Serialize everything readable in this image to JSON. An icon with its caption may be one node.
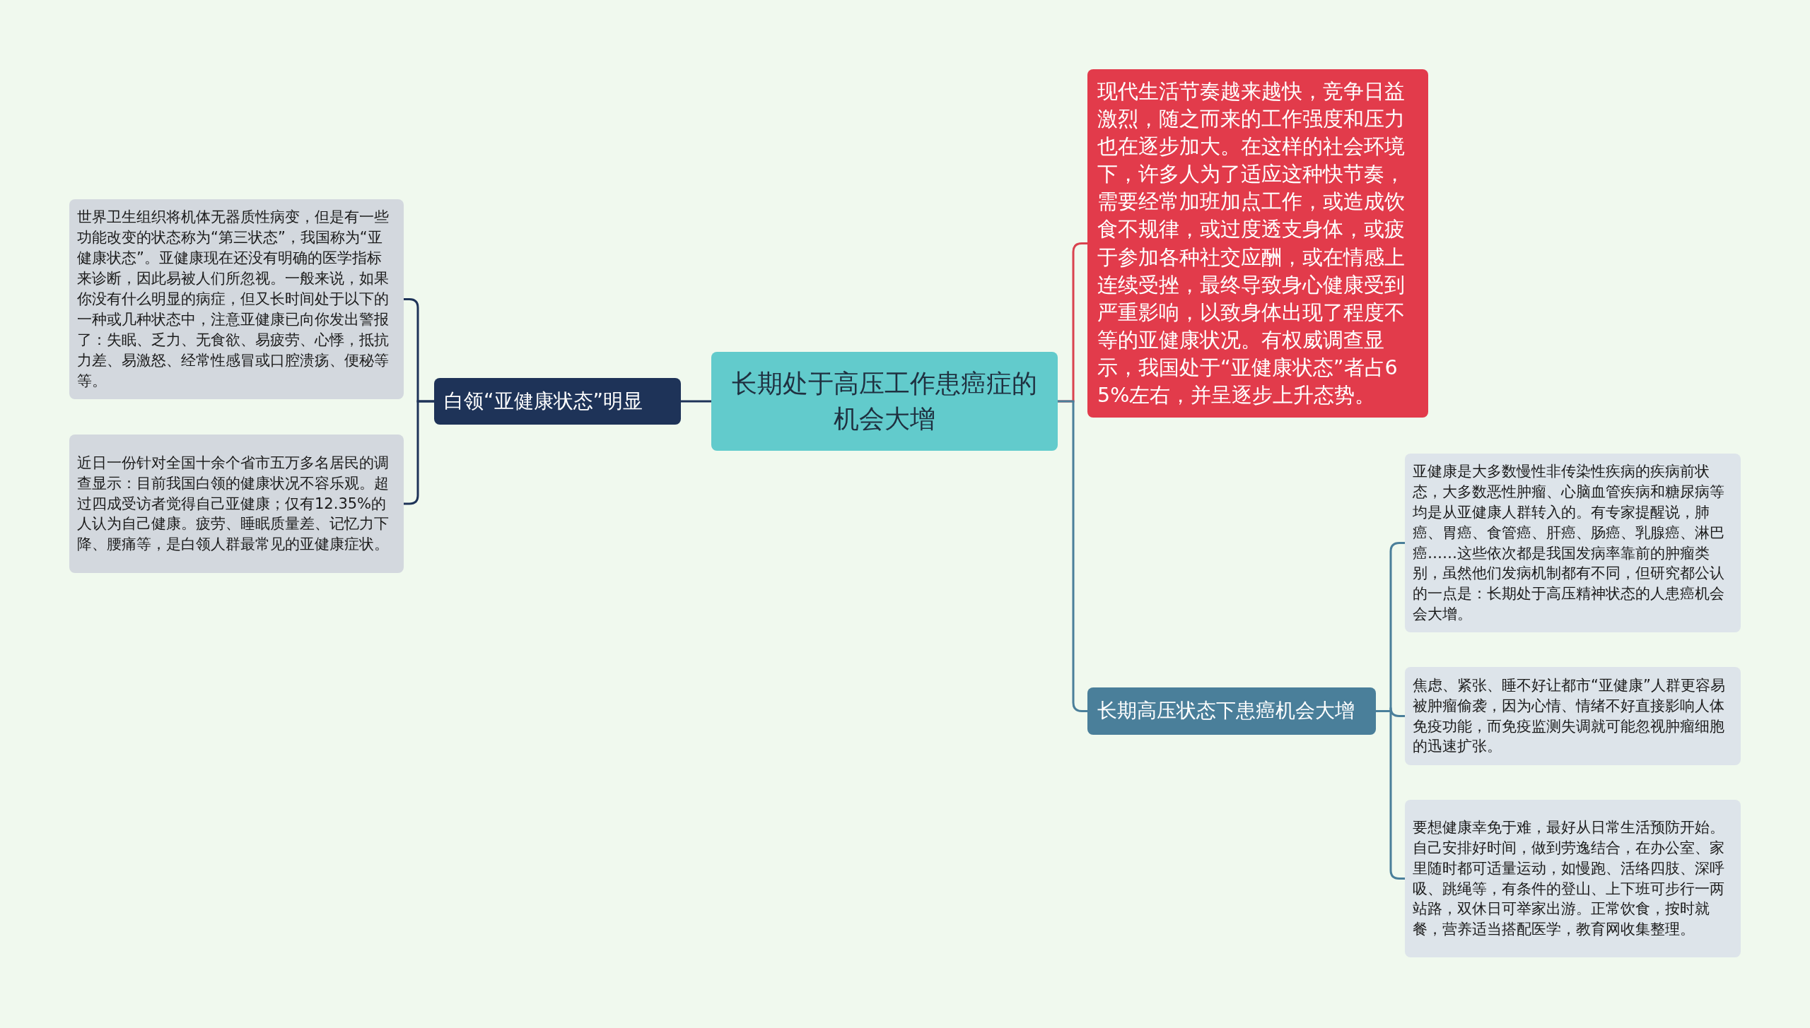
{
  "diagram": {
    "nodes": [
      {
        "text": [
          "长期处于高压工作患癌症的机会大增"
        ]
      },
      {
        "text": [
          "白领“亚健康状态”明显"
        ]
      },
      {
        "text": [
          "世界卫生组织将机体无器质性病变，但是有一些功能改变的状态称为“第三状态”，我国称为“亚健康状态”。亚健康现在还没有明确的医学指标来诊断，因此易被人们所忽视。一般来说，如果你没有什么明显的病症，但又长时间处于以下的一种或几种状态中，注意亚健康已向你发出警报了：失眠、乏力、无食欲、易疲劳、心悸，抵抗力差、易激怒、经常性感冒或口腔溃疡、便秘等等。"
        ]
      },
      {
        "text": [
          "近日一份针对全国十余个省市五万多名居民的调查显示：目前我国白领的健康状况不容乐观。超过四成受访者觉得自己亚健康；仅有12.35%的人认为自己健康。疲劳、睡眠质量差、记忆力下降、腰痛等，是白领人群最常见的亚健康症状。"
        ]
      },
      {
        "text": [
          "现代生活节奏越来越快，竞争日益激烈，随之而来的工作强度和压力也在逐步加大。在这样的社会环境下，许多人为了适应这种快节奏，需要经常加班加点工作，或造成饮食不规律，或过度透支身体，或疲于参加各种社交应酬，或在情感上连续受挫，最终导致身心健康受到严重影响，以致身体出现了程度不等的亚健康状况。有权威调查显示，我国处于“亚健康状态”者占65%左右，并呈逐步上升态势。"
        ]
      },
      {
        "text": [
          "长期高压状态下患癌机会大增"
        ]
      },
      {
        "text": [
          "亚健康是大多数慢性非传染性疾病的疾病前状态，大多数恶性肿瘤、心脑血管疾病和糖尿病等均是从亚健康人群转入的。有专家提醒说，肺癌、胃癌、食管癌、肝癌、肠癌、乳腺癌、淋巴癌……这些依次都是我国发病率靠前的肿瘤类别，虽然他们发病机制都有不同，但研究都公认的一点是：长期处于高压精神状态的人患癌机会会大增。"
        ]
      },
      {
        "text": [
          "焦虑、紧张、睡不好让都市“亚健康”人群更容易被肿瘤偷袭，因为心情、情绪不好直接影响人体免疫功能，而免疫监测失调就可能忽视肿瘤细胞的迅速扩张。"
        ]
      },
      {
        "text": [
          "要想健康幸免于难，最好从日常生活预防开始。自己安排好时间，做到劳逸结合，在办公室、家里随时都可适量运动，如慢跑、活络四肢、深呼吸、跳绳等，有条件的登山、上下班可步行一两站路，双休日可举家出游。正常饮食，按时就餐，营养适当搭配医学，教育网收集整理。"
        ]
      }
    ],
    "edges": [
      {
        "from": 0,
        "to": 1,
        "arrow": "none",
        "color": "#1e3358"
      },
      {
        "from": 1,
        "to": 2,
        "arrow": "none",
        "color": "#1e3358"
      },
      {
        "from": 1,
        "to": 3,
        "arrow": "none",
        "color": "#1e3358"
      },
      {
        "from": 0,
        "to": 4,
        "arrow": "none",
        "color": "#d9434f"
      },
      {
        "from": 0,
        "to": 5,
        "arrow": "none",
        "color": "#4a7f9a"
      },
      {
        "from": 5,
        "to": 6,
        "arrow": "none",
        "color": "#4a7f9a"
      },
      {
        "from": 5,
        "to": 7,
        "arrow": "none",
        "color": "#4a7f9a"
      },
      {
        "from": 5,
        "to": 8,
        "arrow": "none",
        "color": "#4a7f9a"
      }
    ]
  }
}
